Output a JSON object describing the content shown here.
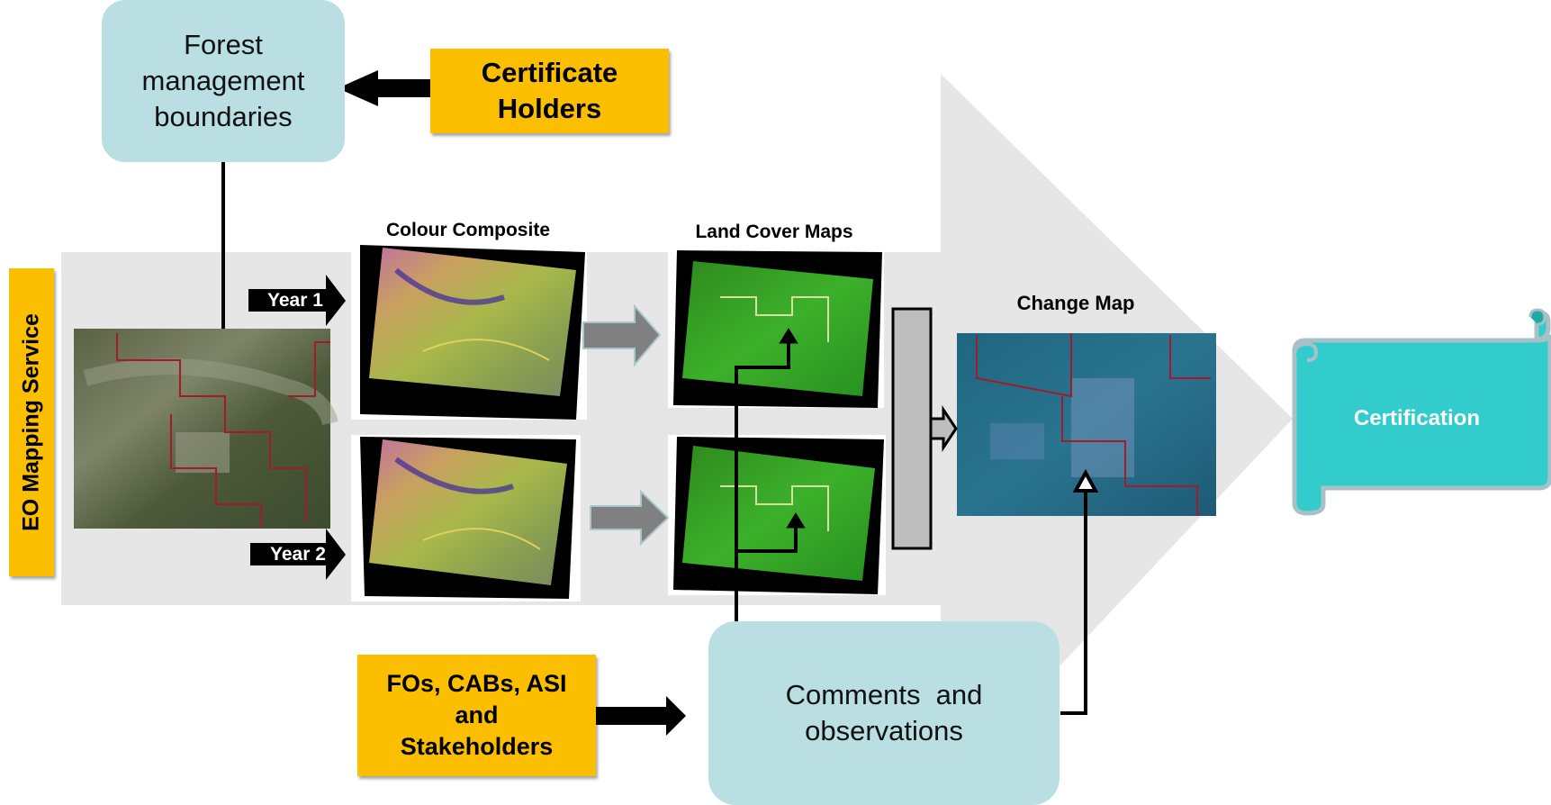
{
  "boxes": {
    "forest_boundaries": [
      "Forest",
      "management",
      "boundaries"
    ],
    "certificate_holders": [
      "Certificate",
      "Holders"
    ],
    "stakeholders": [
      "FOs, CABs, ASI",
      "and",
      "Stakeholders"
    ],
    "comments": [
      "Comments  and",
      "observations"
    ]
  },
  "labels": {
    "eo_mapping_service": "EO Mapping Service",
    "colour_composite": "Colour Composite",
    "land_cover_maps": "Land Cover Maps",
    "change_map": "Change Map",
    "year1": "Year 1",
    "year2": "Year 2",
    "certification": "Certification"
  },
  "colors": {
    "box_blue": "#b9dfe3",
    "box_yellow": "#fbbf00",
    "big_arrow_gray": "#e8e8e8",
    "scroll_teal": "#33cccc",
    "boundary_red": "#a01c2c"
  }
}
